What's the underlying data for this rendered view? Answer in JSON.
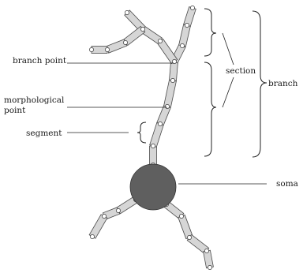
{
  "labels": {
    "branch_point": "branch point",
    "morphological_point_line1": "morphological",
    "morphological_point_line2": "point",
    "segment": "segment",
    "section": "section",
    "branch": "branch",
    "soma": "soma"
  },
  "colors": {
    "segment_fill": "#d6d6d6",
    "soma_fill": "#5f5f5f",
    "line": "#222222"
  }
}
